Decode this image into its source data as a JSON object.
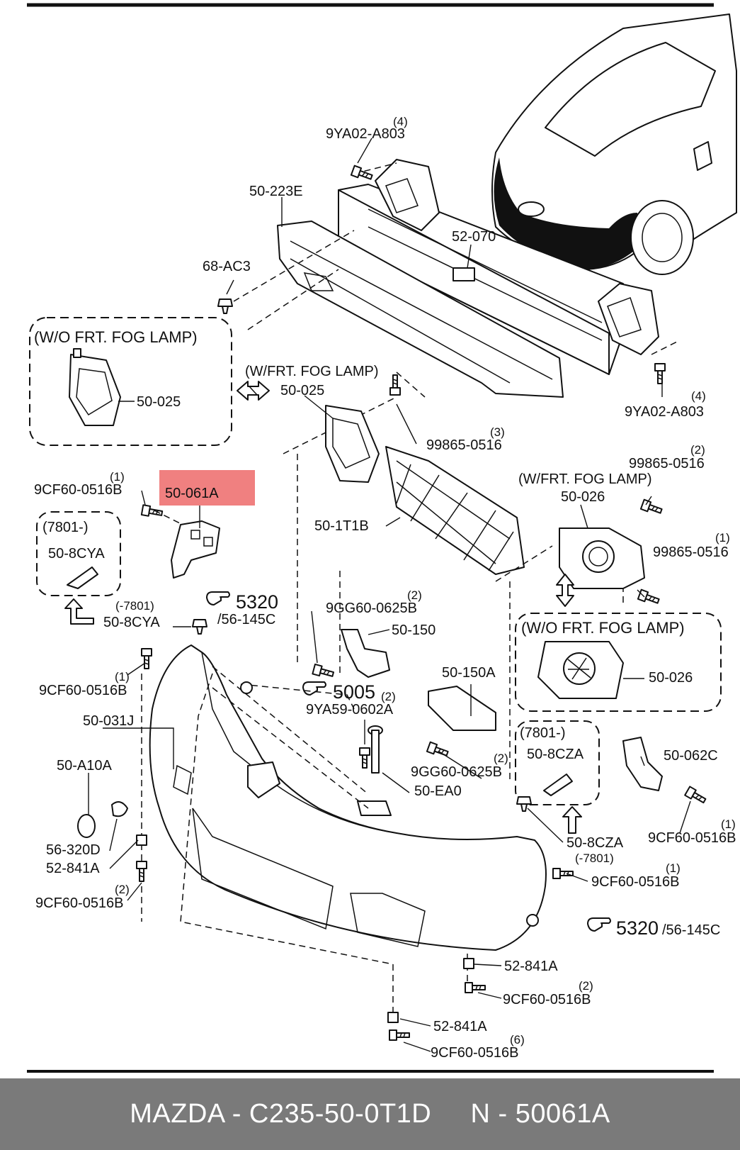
{
  "labels": {
    "l_9ya02_top_qty": "(4)",
    "l_9ya02_top": "9YA02-A803",
    "l_50_223e": "50-223E",
    "l_68_ac3": "68-AC3",
    "l_52_070": "52-070",
    "l_wo_fog_left": "(W/O FRT.  FOG LAMP)",
    "l_50_025_left": "50-025",
    "l_w_fog_mid": "(W/FRT.  FOG LAMP)",
    "l_50_025_mid": "50-025",
    "l_9ya02_right": "9YA02-A803",
    "l_9ya02_right_qty": "(4)",
    "l_99865_3_qty": "(3)",
    "l_99865_3": "99865-0516",
    "l_9cf60_a_qty": "(1)",
    "l_9cf60_a": "9CF60-0516B",
    "l_50_061a": "50-061A",
    "l_7801_left": "(7801-)",
    "l_50_8cya_box": "50-8CYA",
    "l_7801_minus": "(-7801)",
    "l_50_8cya": "50-8CYA",
    "l_5320_a": "5320",
    "l_56_145c_a": "/56-145C",
    "l_50_1t1b": "50-1T1B",
    "l_99865_2_qty": "(2)",
    "l_99865_2": "99865-0516",
    "l_w_fog_right": "(W/FRT.  FOG LAMP)",
    "l_50_026_top": "50-026",
    "l_99865_1_qty": "(1)",
    "l_99865_1": "99865-0516",
    "l_9gg60_a_qty": "(2)",
    "l_9gg60_a": "9GG60-0625B",
    "l_50_150": "50-150",
    "l_9cf60_b_qty": "(1)",
    "l_9cf60_b": "9CF60-0516B",
    "l_5005": "5005",
    "l_9ya59_qty": "(2)",
    "l_9ya59": "9YA59-0602A",
    "l_wo_fog_right": "(W/O FRT.  FOG LAMP)",
    "l_50_026_bot": "50-026",
    "l_50_031j": "50-031J",
    "l_50_150a": "50-150A",
    "l_50_a10a": "50-A10A",
    "l_7801_right": "(7801-)",
    "l_50_8cza_box": "50-8CZA",
    "l_50_062c": "50-062C",
    "l_9gg60_b_qty": "(2)",
    "l_9gg60_b": "9GG60-0625B",
    "l_50_ea0": "50-EA0",
    "l_9cf60_c_qty": "(1)",
    "l_9cf60_c": "9CF60-0516B",
    "l_56_320d": "56-320D",
    "l_52_841a_a": "52-841A",
    "l_50_8cza": "50-8CZA",
    "l_7801_minus_b": "(-7801)",
    "l_9cf60_d_qty": "(1)",
    "l_9cf60_d": "9CF60-0516B",
    "l_9cf60_e_qty": "(2)",
    "l_9cf60_e": "9CF60-0516B",
    "l_5320_b": "5320",
    "l_56_145c_b": "/56-145C",
    "l_52_841a_b": "52-841A",
    "l_9cf60_f_qty": "(2)",
    "l_9cf60_f": "9CF60-0516B",
    "l_52_841a_c": "52-841A",
    "l_9cf60_g_qty": "(6)",
    "l_9cf60_g": "9CF60-0516B"
  },
  "highlight": {
    "part": "50-061A",
    "color": "#f08080"
  },
  "footer": {
    "text": "MAZDA - C235-50-0T1D     N - 50061A",
    "background": "#7a7a7a"
  },
  "icons": [
    "pointing-hand-icon",
    "double-arrow-icon",
    "up-arrow-icon",
    "screw-icon",
    "clip-icon",
    "nut-icon"
  ]
}
